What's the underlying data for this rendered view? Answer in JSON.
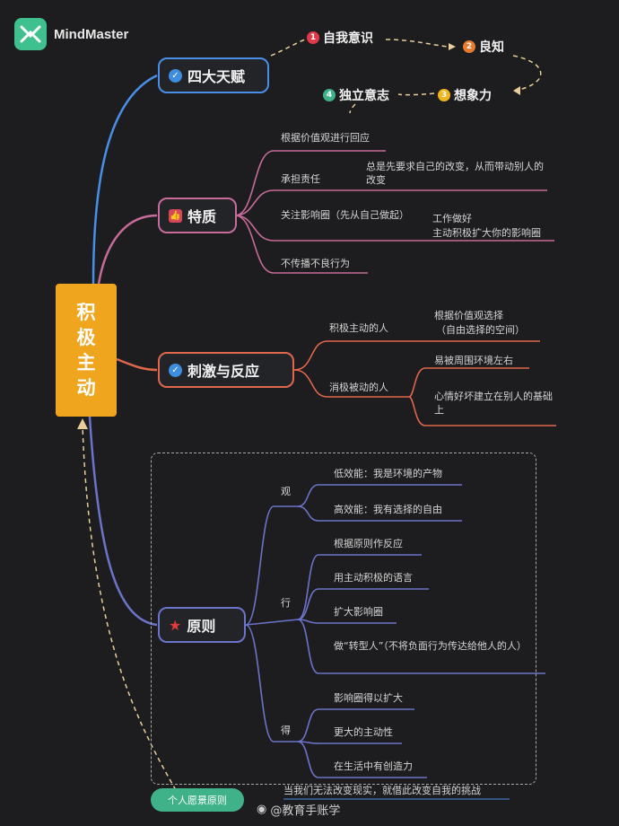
{
  "brand": {
    "name": "MindMaster",
    "logo_icon": "mindmaster-logo-icon"
  },
  "root": {
    "chars": [
      "积",
      "极",
      "主",
      "动"
    ]
  },
  "gifts": [
    {
      "num": "1",
      "label": "自我意识",
      "color": "#e0394a"
    },
    {
      "num": "2",
      "label": "良知",
      "color": "#e67a2e"
    },
    {
      "num": "3",
      "label": "想象力",
      "color": "#f1b51c"
    },
    {
      "num": "4",
      "label": "独立意志",
      "color": "#3fb28a"
    }
  ],
  "branches": {
    "talent": {
      "label": "四大天赋",
      "color": "#4a8fe7"
    },
    "traits": {
      "label": "特质",
      "color": "#c76b9a",
      "items": [
        "根据价值观进行回应",
        "承担责任",
        "总是先要求自己的改变，从而带动别人的改变",
        "关注影响圈（先从自己做起）",
        "工作做好",
        "主动积极扩大你的影响圈",
        "不传播不良行为"
      ]
    },
    "stimulus": {
      "label": "刺激与反应",
      "color": "#e0664c",
      "items": [
        "积极主动的人",
        "根据价值观选择",
        "（自由选择的空间）",
        "消极被动的人",
        "易被周围环境左右",
        "心情好坏建立在别人的基础上"
      ]
    },
    "principles": {
      "label": "原则",
      "color": "#6b74c9",
      "groups": [
        {
          "name": "观",
          "items": [
            "低效能：我是环境的产物",
            "高效能：我有选择的自由"
          ]
        },
        {
          "name": "行",
          "items": [
            "根据原则作反应",
            "用主动积极的语言",
            "扩大影响圈",
            "做“转型人”（不将负面行为传达给他人的人）"
          ]
        },
        {
          "name": "得",
          "items": [
            "影响圈得以扩大",
            "更大的主动性",
            "在生活中有创造力"
          ]
        }
      ]
    }
  },
  "footer": {
    "pill": "个人愿景原则",
    "note": "当我们无法改变现实，就借此改变自我的挑战",
    "watermark": "@教育手账学"
  },
  "colors": {
    "root": "#f0a51e",
    "background": "#1d1d1f"
  }
}
